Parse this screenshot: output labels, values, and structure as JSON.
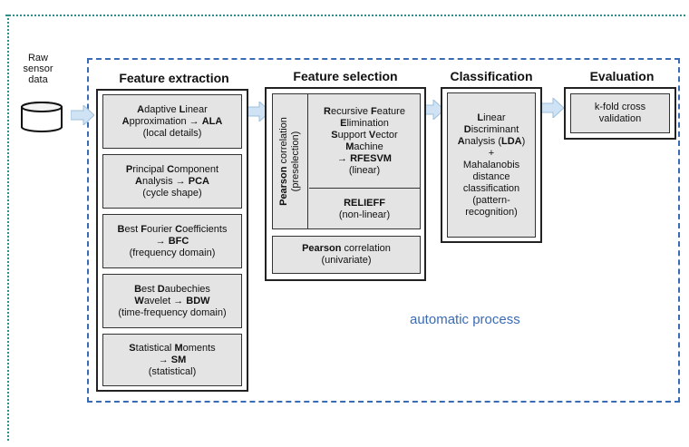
{
  "raw_label": "Raw sensor data",
  "automatic_label": "automatic process",
  "sections": {
    "extraction": "Feature extraction",
    "selection": "Feature selection",
    "classification": "Classification",
    "evaluation": "Evaluation"
  },
  "extraction": {
    "ala": {
      "l1a": "A",
      "l1b": "daptive ",
      "l1c": "L",
      "l1d": "inear",
      "l2a": "A",
      "l2b": "pproximation → ",
      "l2c": "ALA",
      "l3": "(local details)"
    },
    "pca": {
      "l1a": "P",
      "l1b": "rincipal ",
      "l1c": "C",
      "l1d": "omponent",
      "l2a": "A",
      "l2b": "nalysis → ",
      "l2c": "PCA",
      "l3": "(cycle shape)"
    },
    "bfc": {
      "l1a": "B",
      "l1b": "est ",
      "l1c": "F",
      "l1d": "ourier ",
      "l1e": "C",
      "l1f": "oefficients",
      "l2": "→ BFC",
      "l3": "(frequency domain)"
    },
    "bdw": {
      "l1a": "B",
      "l1b": "est ",
      "l1c": "D",
      "l1d": "aubechies",
      "l2a": "W",
      "l2b": "avelet → ",
      "l2c": "BDW",
      "l3": "(time-frequency domain)"
    },
    "sm": {
      "l1a": "S",
      "l1b": "tatistical ",
      "l1c": "M",
      "l1d": "oments",
      "l2": "→ SM",
      "l3": "(statistical)"
    }
  },
  "selection": {
    "pearson_pre_a": "Pearson",
    "pearson_pre_b": " correlation",
    "pearson_pre_c": "(preselection)",
    "rfe": {
      "l1a": "R",
      "l1b": "ecursive ",
      "l1c": "F",
      "l1d": "eature",
      "l2a": "E",
      "l2b": "limination",
      "l3a": "S",
      "l3b": "upport ",
      "l3c": "V",
      "l3d": "ector",
      "l4a": "M",
      "l4b": "achine",
      "l5": "→ RFESVM",
      "l6": "(linear)"
    },
    "relieff": {
      "l1": "RELIEFF",
      "l2": "(non-linear)"
    },
    "pearson_uni": {
      "l1a": "Pearson",
      "l1b": " correlation",
      "l2": "(univariate)"
    }
  },
  "classification": {
    "l1a": "L",
    "l1b": "inear",
    "l2a": "D",
    "l2b": "iscriminant",
    "l3a": "A",
    "l3b": "nalysis (",
    "l3c": "LDA",
    "l3d": ")",
    "l4": "+",
    "l5": "Mahalanobis",
    "l6": "distance",
    "l7": "classification",
    "l8": "(pattern-",
    "l9": "recognition)"
  },
  "evaluation": {
    "l1": "k-fold cross",
    "l2": "validation"
  }
}
